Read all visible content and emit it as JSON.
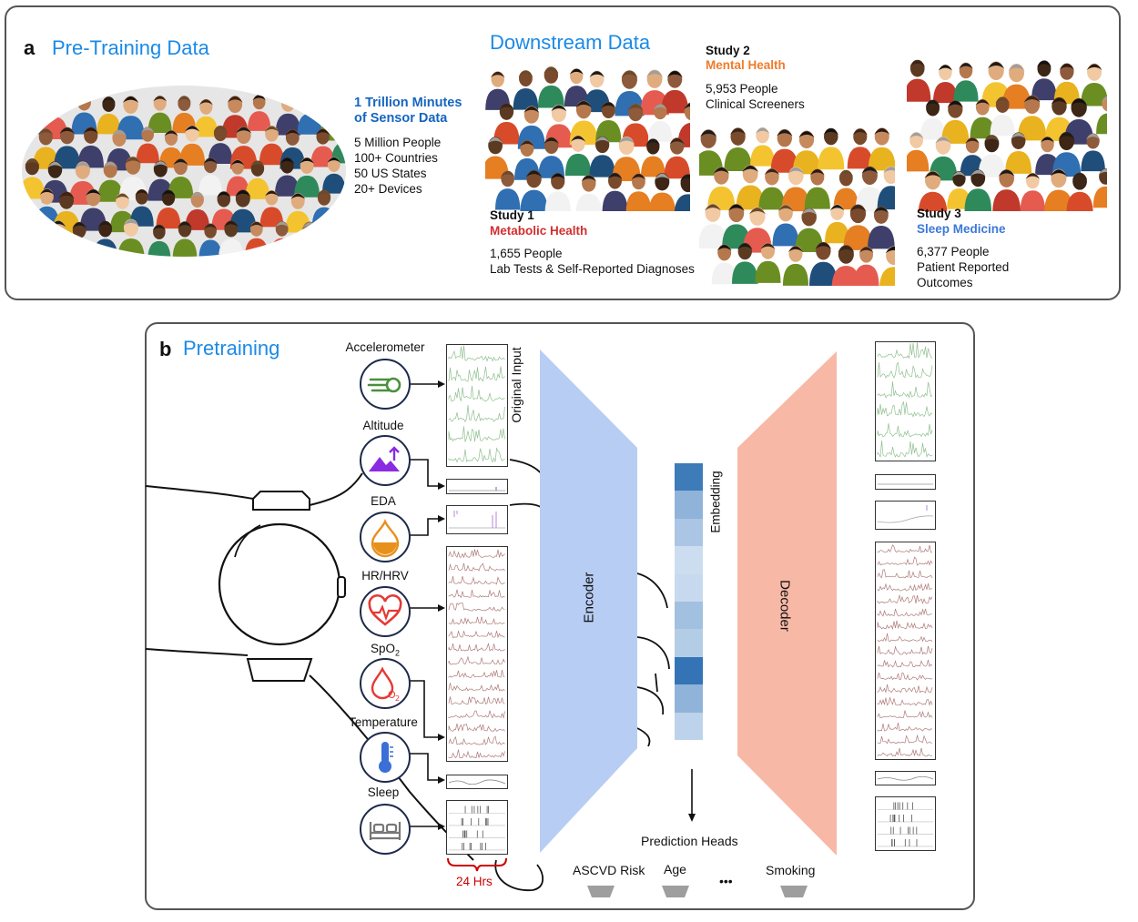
{
  "panel_a": {
    "label": "a",
    "pretraining_title": "Pre-Training Data",
    "stats_headline": "1 Trillion Minutes\nof Sensor Data",
    "stats": [
      "5 Million People",
      "100+ Countries",
      "50 US States",
      "20+ Devices"
    ],
    "downstream_title": "Downstream Data",
    "study1": {
      "name": "Study 1",
      "topic": "Metabolic Health",
      "people": "1,655 People",
      "detail": "Lab Tests & Self-Reported Diagnoses"
    },
    "study2": {
      "name": "Study 2",
      "topic": "Mental Health",
      "people": "5,953 People",
      "detail": "Clinical Screeners"
    },
    "study3": {
      "name": "Study 3",
      "topic": "Sleep Medicine",
      "people": "6,377 People",
      "detail": "Patient Reported\nOutcomes"
    },
    "colors": {
      "blue_title": "#1a8ae6",
      "headline_blue": "#1565c0",
      "metabolic": "#d32f2f",
      "mental": "#f07b2a",
      "sleep": "#3b78d8"
    }
  },
  "panel_b": {
    "label": "b",
    "title": "Pretraining",
    "sensors": [
      {
        "label": "Accelerometer",
        "icon": "accelerometer-icon",
        "color": "#4a8f3c"
      },
      {
        "label": "Altitude",
        "icon": "mountain-icon",
        "color": "#8a2be2"
      },
      {
        "label": "EDA",
        "icon": "droplet-icon",
        "color": "#e8901c"
      },
      {
        "label": "HR/HRV",
        "icon": "heart-icon",
        "color": "#e53935"
      },
      {
        "label": "SpO",
        "sub": "2",
        "icon": "spo2-drop-icon",
        "color": "#e53935"
      },
      {
        "label": "Temperature",
        "icon": "thermometer-icon",
        "color": "#3b6fd8"
      },
      {
        "label": "Sleep",
        "icon": "bed-icon",
        "color": "#777"
      }
    ],
    "original_input_label": "Original Input",
    "encoder_label": "Encoder",
    "decoder_label": "Decoder",
    "embedding_label": "Embedding",
    "duration_label": "24 Hrs",
    "prediction_heads_label": "Prediction Heads",
    "heads": [
      "ASCVD Risk",
      "Age",
      "•••",
      "Smoking"
    ],
    "colors": {
      "encoder": "#b7cdf3",
      "decoder": "#f7b9a6",
      "duration": "#cc0000"
    },
    "embedding_cells": [
      0.9,
      0.45,
      0.3,
      0.12,
      0.15,
      0.35,
      0.25,
      0.95,
      0.45,
      0.2
    ]
  }
}
